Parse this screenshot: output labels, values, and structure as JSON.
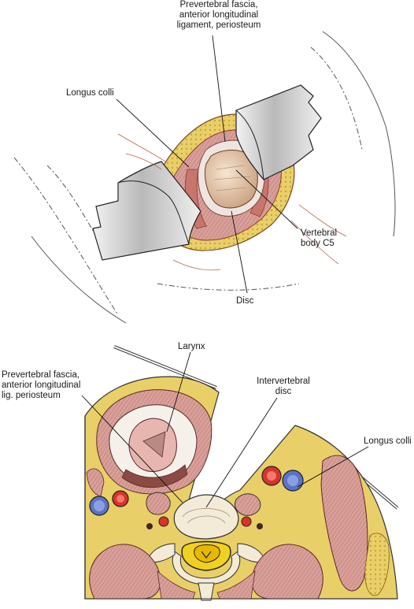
{
  "top_figure": {
    "label_fascia": "Prevertebral fascia,\nanterior longitudinal\nligament, periosteum",
    "label_longus": "Longus colli",
    "label_vertebral": "Vertebral\nbody C5",
    "label_disc": "Disc"
  },
  "bottom_figure": {
    "label_larynx": "Larynx",
    "label_fascia": "Prevertebral fascia,\nanterior longitudinal\nlig. periosteum",
    "label_intervertebral": "Intervertebral\ndisc",
    "label_longus": "Longus colli"
  },
  "colors": {
    "muscle": "#d9a09a",
    "muscle_dark": "#b5706a",
    "fat": "#e9cf68",
    "bone": "#f3ead8",
    "retractor": "#d0d0d0",
    "artery": "#d9342b",
    "vein": "#5a73c8",
    "cord": "#f0d020"
  }
}
